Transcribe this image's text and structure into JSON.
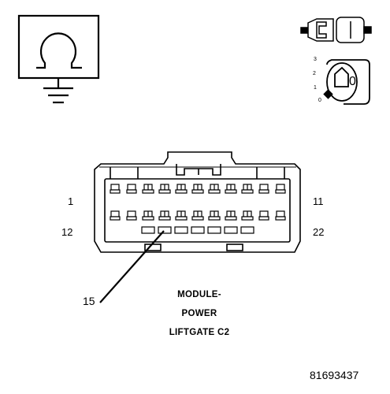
{
  "connector": {
    "pin_labels": {
      "top_left": "1",
      "top_right": "11",
      "bottom_left": "12",
      "bottom_right": "22",
      "callout": "15"
    },
    "title_lines": [
      "MODULE-",
      "POWER",
      "LIFTGATE C2"
    ]
  },
  "ignition_switch": {
    "positions": [
      "3",
      "2",
      "1",
      "0"
    ],
    "key_label": "0"
  },
  "figure_number": "81693437",
  "icons": {
    "ground": "ground-ohm-symbol-icon",
    "connector_key": "connector-plug-icon",
    "ignition": "ignition-key-icon"
  }
}
